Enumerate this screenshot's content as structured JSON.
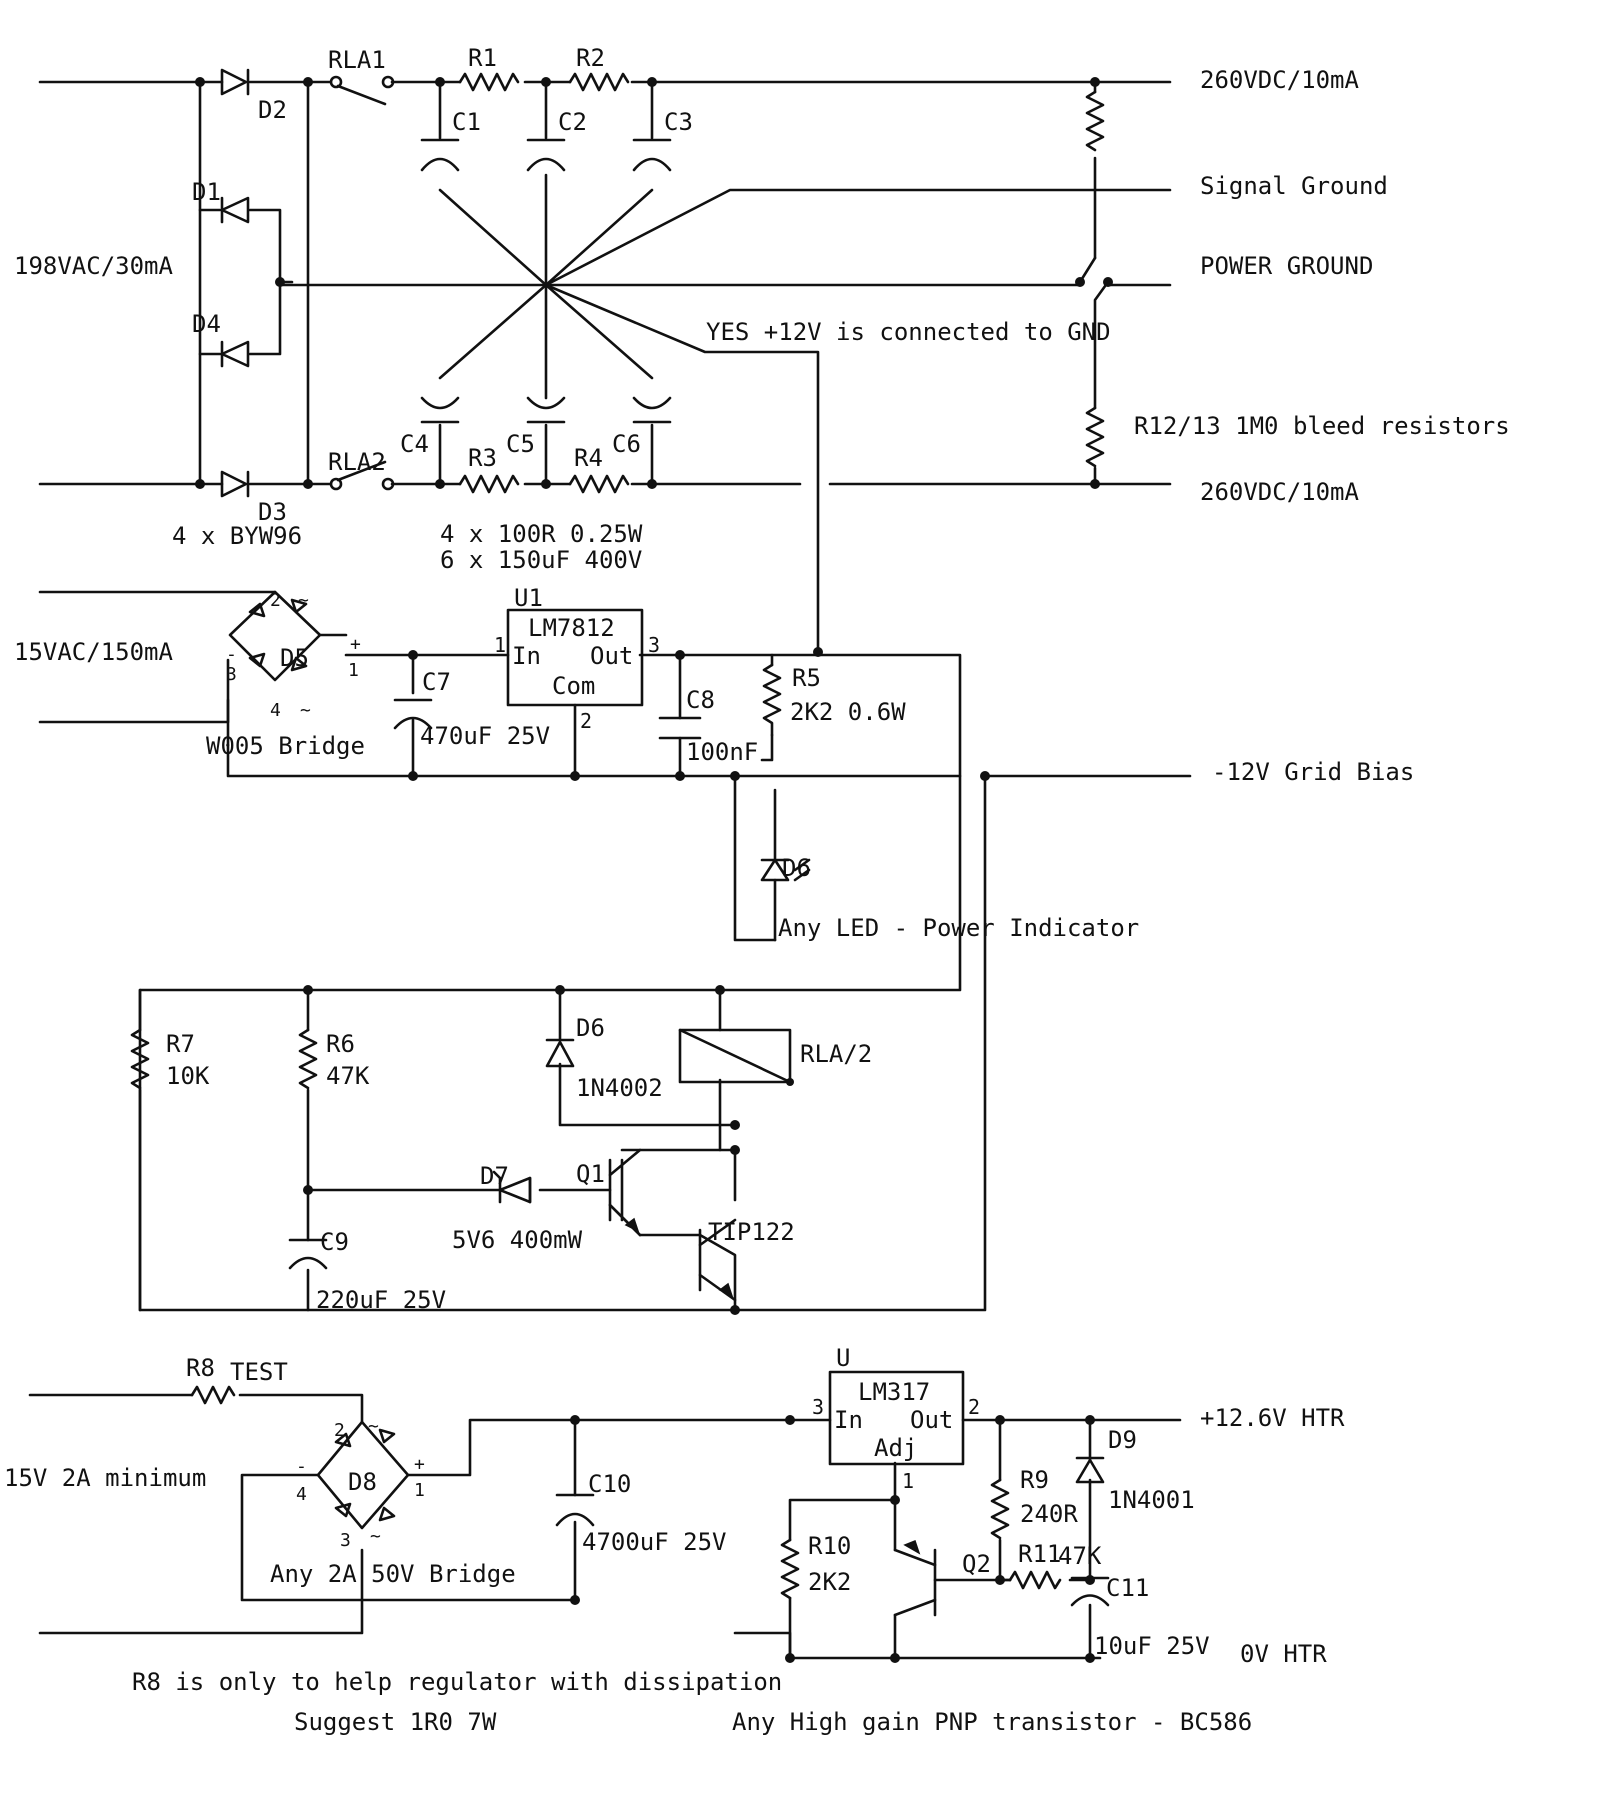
{
  "schematic": {
    "rail_top_label": "260VDC/10mA",
    "rail_bottom_label": "260VDC/10mA",
    "signal_ground": "Signal Ground",
    "power_ground": "POWER GROUND",
    "yes_note": "YES +12V is connected to GND",
    "bleed_note": "R12/13 1M0 bleed resistors",
    "ac_hv_input": "198VAC/30mA",
    "diode_note": "4 x BYW96",
    "resistor_note": "4 x 100R 0.25W",
    "cap_note": "6 x 150uF 400V",
    "ac_bias_input": "15VAC/150mA",
    "bridge_d5_label": "W005 Bridge",
    "c7_value": "470uF 25V",
    "c8_value": "100nF",
    "r5_value": "2K2 0.6W",
    "grid_bias": "-12V Grid Bias",
    "led_note": "Any LED - Power Indicator",
    "r7_value": "10K",
    "r6_value": "47K",
    "d6b_part": "1N4002",
    "relay_label": "RLA/2",
    "d7_value": "5V6 400mW",
    "q1_part": "TIP122",
    "c9_value": "220uF 25V",
    "ac_heater_input": "15V 2A minimum",
    "r8_label": "TEST",
    "bridge_d8_label": "Any 2A 50V Bridge",
    "c10_value": "4700uF 25V",
    "heater_out": "+12.6V HTR",
    "d9_part": "1N4001",
    "r9_value": "240R",
    "r10_value": "2K2",
    "r11_value": "47K",
    "c11_value": "10uF 25V",
    "zero_htr": "0V HTR",
    "r8_note": "R8 is only to help regulator with dissipation",
    "suggest_note": "Suggest 1R0 7W",
    "pnp_note": "Any High gain PNP transistor - BC586",
    "refs": {
      "rla1": "RLA1",
      "rla2": "RLA2",
      "r1": "R1",
      "r2": "R2",
      "r3": "R3",
      "r4": "R4",
      "r5": "R5",
      "r6": "R6",
      "r7": "R7",
      "r8": "R8",
      "r9": "R9",
      "r10": "R10",
      "r11": "R11",
      "c1": "C1",
      "c2": "C2",
      "c3": "C3",
      "c4": "C4",
      "c5": "C5",
      "c6": "C6",
      "c7": "C7",
      "c8": "C8",
      "c9": "C9",
      "c10": "C10",
      "c11": "C11",
      "d1": "D1",
      "d2": "D2",
      "d3": "D3",
      "d4": "D4",
      "d5": "D5",
      "d6a": "D6",
      "d6b": "D6",
      "d7": "D7",
      "d8": "D8",
      "d9": "D9",
      "u1": "U1",
      "u2": "U",
      "q1": "Q1",
      "q2": "Q2"
    },
    "u1": {
      "part": "LM7812",
      "pin_in": "In",
      "pin_out": "Out",
      "pin_com": "Com",
      "p1": "1",
      "p2": "2",
      "p3": "3"
    },
    "u2": {
      "part": "LM317",
      "pin_in": "In",
      "pin_out": "Out",
      "pin_adj": "Adj",
      "p1": "1",
      "p2": "2",
      "p3": "3"
    },
    "d5_pins": {
      "p1": "1",
      "p2": "2",
      "p3": "3",
      "p4": "4",
      "plus": "+",
      "minus": "-",
      "ac_a": "~",
      "ac_b": "~"
    },
    "d8_pins": {
      "p1": "1",
      "p2": "2",
      "p3": "3",
      "p4": "4",
      "plus": "+",
      "minus": "-",
      "ac_a": "~",
      "ac_b": "~"
    }
  }
}
